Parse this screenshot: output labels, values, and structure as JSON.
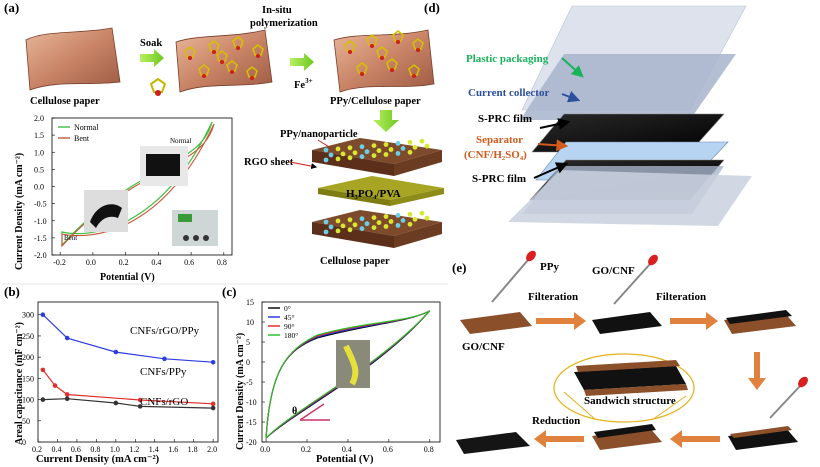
{
  "panel_a": {
    "label": "(a)",
    "soak": "Soak",
    "insitu": "In-situ",
    "polymerization": "polymerization",
    "fe": "Fe",
    "fe_sup": "3+",
    "cellulose": "Cellulose paper",
    "ppy_cellulose": "PPy/Cellulose paper",
    "ppy_nano": "PPy/nanoparticle",
    "rgo_sheet": "RGO sheet",
    "electrolyte": "H₃PO₄/PVA",
    "cellulose2": "Cellulose paper",
    "chart_inset": {
      "legend_normal": "Normal",
      "legend_bent": "Bent",
      "photo_normal": "Normal",
      "photo_bent": "Bent",
      "ylabel": "Current Density (mA cm⁻²)",
      "xlabel": "Potential (V)"
    }
  },
  "panel_b": {
    "label": "(b)",
    "ylabel": "Areal capacitance (mF cm⁻²)",
    "xlabel": "Current Density (mA cm⁻²)",
    "series_labels": [
      "CNFs/rGO/PPy",
      "CNFs/PPy",
      "CNFs/rGO"
    ]
  },
  "panel_c": {
    "label": "(c)",
    "ylabel": "Current Density (mA cm⁻²)",
    "xlabel": "Potential (V)",
    "theta": "θ",
    "legend": [
      "0°",
      "45°",
      "90°",
      "180°"
    ]
  },
  "panel_d": {
    "label": "(d)",
    "plastic": "Plastic packaging",
    "collector": "Current collector",
    "sprc1": "S-PRC film",
    "separator": "Separator",
    "separator2": "(CNF/H₂SO₄)",
    "sprc2": "S-PRC film"
  },
  "panel_e": {
    "label": "(e)",
    "ppy": "PPy",
    "go_cnf_top": "GO/CNF",
    "filtration1": "Filteration",
    "filtration2": "Filteration",
    "go_cnf": "GO/CNF",
    "sandwich": "Sandwich structure",
    "reduction": "Reduction"
  },
  "chart_data": [
    {
      "type": "line",
      "panel": "a-inset",
      "series": [
        {
          "name": "Normal",
          "color": "#3fbf3f"
        },
        {
          "name": "Bent",
          "color": "#c8553a"
        }
      ],
      "x_ticks": [
        "-0.2",
        "0.0",
        "0.2",
        "0.4",
        "0.6",
        "0.8"
      ],
      "y_ticks": [
        "2.0",
        "1.5",
        "1.0",
        "0.5",
        "0.0",
        "-0.5",
        "-1.0",
        "-1.5",
        "-2.0"
      ],
      "xlim": [
        -0.25,
        0.85
      ],
      "ylim": [
        -2.0,
        2.0
      ]
    },
    {
      "type": "line",
      "panel": "b",
      "x_ticks": [
        "0.2",
        "0.4",
        "0.6",
        "0.8",
        "1.0",
        "1.2",
        "1.4",
        "1.6",
        "1.8",
        "2.0"
      ],
      "y_ticks": [
        "0",
        "50",
        "100",
        "150",
        "200",
        "250",
        "300"
      ],
      "xlim": [
        0.2,
        2.05
      ],
      "ylim": [
        0,
        330
      ],
      "series": [
        {
          "name": "CNFs/rGO/PPy",
          "color": "#2f3fdc",
          "x": [
            0.25,
            0.5,
            1.0,
            1.5,
            2.0
          ],
          "y": [
            300,
            245,
            212,
            196,
            188
          ]
        },
        {
          "name": "CNFs/PPy",
          "color": "#e0302a",
          "x": [
            0.25,
            0.375,
            0.5,
            1.25,
            2.0
          ],
          "y": [
            170,
            133,
            112,
            99,
            90
          ]
        },
        {
          "name": "CNFs/rGO",
          "color": "#333333",
          "x": [
            0.25,
            0.5,
            1.0,
            1.25,
            2.0
          ],
          "y": [
            100,
            102,
            92,
            84,
            80
          ]
        }
      ]
    },
    {
      "type": "line",
      "panel": "c",
      "x_ticks": [
        "0.0",
        "0.2",
        "0.4",
        "0.6",
        "0.8"
      ],
      "y_ticks": [
        "-20",
        "-15",
        "-10",
        "-5",
        "0",
        "5",
        "10",
        "15"
      ],
      "xlim": [
        -0.02,
        0.85
      ],
      "ylim": [
        -20,
        15
      ],
      "series": [
        {
          "name": "0°",
          "color": "#000000"
        },
        {
          "name": "45°",
          "color": "#2030e0"
        },
        {
          "name": "90°",
          "color": "#e02020"
        },
        {
          "name": "180°",
          "color": "#20c020"
        }
      ]
    }
  ]
}
